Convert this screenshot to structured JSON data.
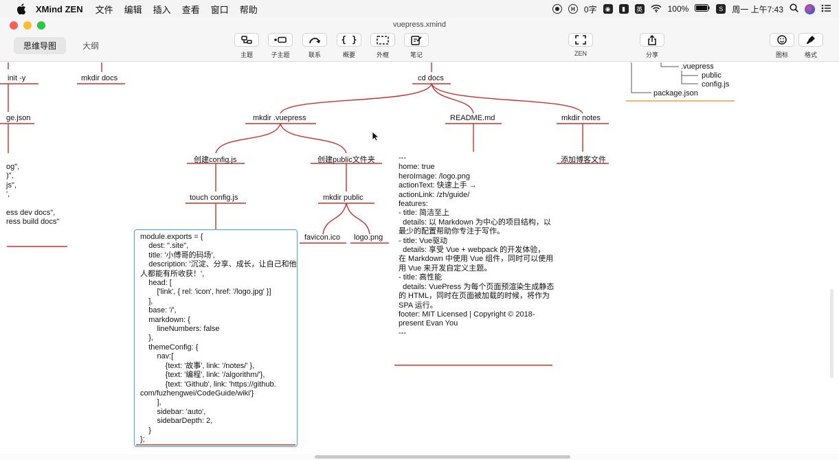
{
  "menubar": {
    "app_name": "XMind ZEN",
    "items": [
      "文件",
      "编辑",
      "插入",
      "查看",
      "窗口",
      "帮助"
    ],
    "status": {
      "input_method_count": "0字",
      "input_source": "英",
      "battery": "100%",
      "clock": "周一 上午7:43"
    }
  },
  "window": {
    "title": "vuepress.xmind",
    "view_tabs": [
      "思维导图",
      "大纲"
    ],
    "toolbar": {
      "topic": "主题",
      "subtopic": "子主题",
      "relationship": "联系",
      "summary": "概要",
      "boundary": "外框",
      "note": "笔记",
      "zen": "ZEN",
      "share": "分享",
      "icon": "图标",
      "format": "格式"
    }
  },
  "mindmap": {
    "left_branch": {
      "init_cmd": "init -y",
      "package_json": "ge.json",
      "scripts_lines": [
        "og\",",
        ")\",",
        "js\",",
        "',",
        "",
        "ess dev docs\",",
        "ress build docs\""
      ]
    },
    "mkdir_docs": "mkdir docs",
    "cd_docs": "cd docs",
    "mkdir_vuepress": "mkdir .vuepress",
    "readme": "README.md",
    "mkdir_notes": "mkdir notes",
    "create_config": "创建config.js",
    "create_public": "创建public文件夹",
    "touch_config": "touch config.js",
    "mkdir_public": "mkdir public",
    "favicon": "favicon.ico",
    "logo": "logo.png",
    "add_blog": "添加博客文件",
    "tree": {
      "vuepress": ".vuepress",
      "public": "public",
      "config": "config.js",
      "package": "package.json"
    },
    "config_code": [
      "module.exports = {",
      "    dest: \".site\",",
      "    title: '小傅哥的码场',",
      "    description: '沉淀、分享、成长，让自己和他",
      "人都能有所收获！',",
      "    head: [",
      "        ['link', { rel: 'icon', href: '/logo.jpg' }]",
      "    ],",
      "    base: '/',",
      "    markdown: {",
      "        lineNumbers: false",
      "    },",
      "    themeConfig: {",
      "        nav:[",
      "            {text: '故事', link: '/notes/' },",
      "            {text: '编程', link: '/algorithm/'},",
      "            {text: 'Github', link: 'https://github.",
      "com/fuzhengwei/CodeGuide/wiki'}",
      "        ],",
      "        sidebar: 'auto',",
      "        sidebarDepth: 2,",
      "    }",
      "};"
    ],
    "readme_content": [
      "---",
      "home: true",
      "heroImage: /logo.png",
      "actionText: 快速上手 →",
      "actionLink: /zh/guide/",
      "features:",
      "- title: 简洁至上",
      "  details: 以 Markdown 为中心的项目结构，以",
      "最少的配置帮助你专注于写作。",
      "- title: Vue驱动",
      "  details: 享受 Vue + webpack 的开发体验，",
      "在 Markdown 中使用 Vue 组件，同时可以使用",
      "用 Vue 来开发自定义主题。",
      "- title: 高性能",
      "  details: VuePress 为每个页面预渲染生成静态",
      "的 HTML，同时在页面被加载的时候，将作为",
      "SPA 运行。",
      "footer: MIT Licensed | Copyright © 2018-",
      "present Evan You",
      "---"
    ]
  },
  "colors": {
    "branch": "#c9302c",
    "selection_border": "#3aa9d8",
    "summary_line": "#d9a441"
  }
}
